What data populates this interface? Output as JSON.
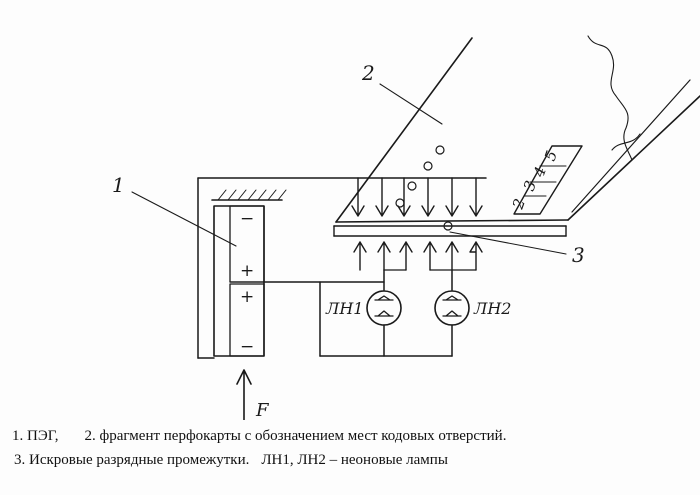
{
  "labels": {
    "part1": "1",
    "part2": "2",
    "part3": "3",
    "lamp1": "ЛН1",
    "lamp2": "ЛН2",
    "force": "F",
    "polarity_minus": "−",
    "polarity_plus": "+",
    "card_digits": [
      "2",
      "3",
      "4",
      "5"
    ]
  },
  "caption": {
    "item1": "1.  ПЭГ,",
    "item2": "2. фрагмент перфокарты с обозначением мест кодовых отверстий.",
    "item3": "3. Искровые разрядные промежутки.",
    "item4": "ЛН1, ЛН2 – неоновые лампы"
  },
  "colors": {
    "ink": "#1a1a1a",
    "paper": "#fdfdfd"
  }
}
